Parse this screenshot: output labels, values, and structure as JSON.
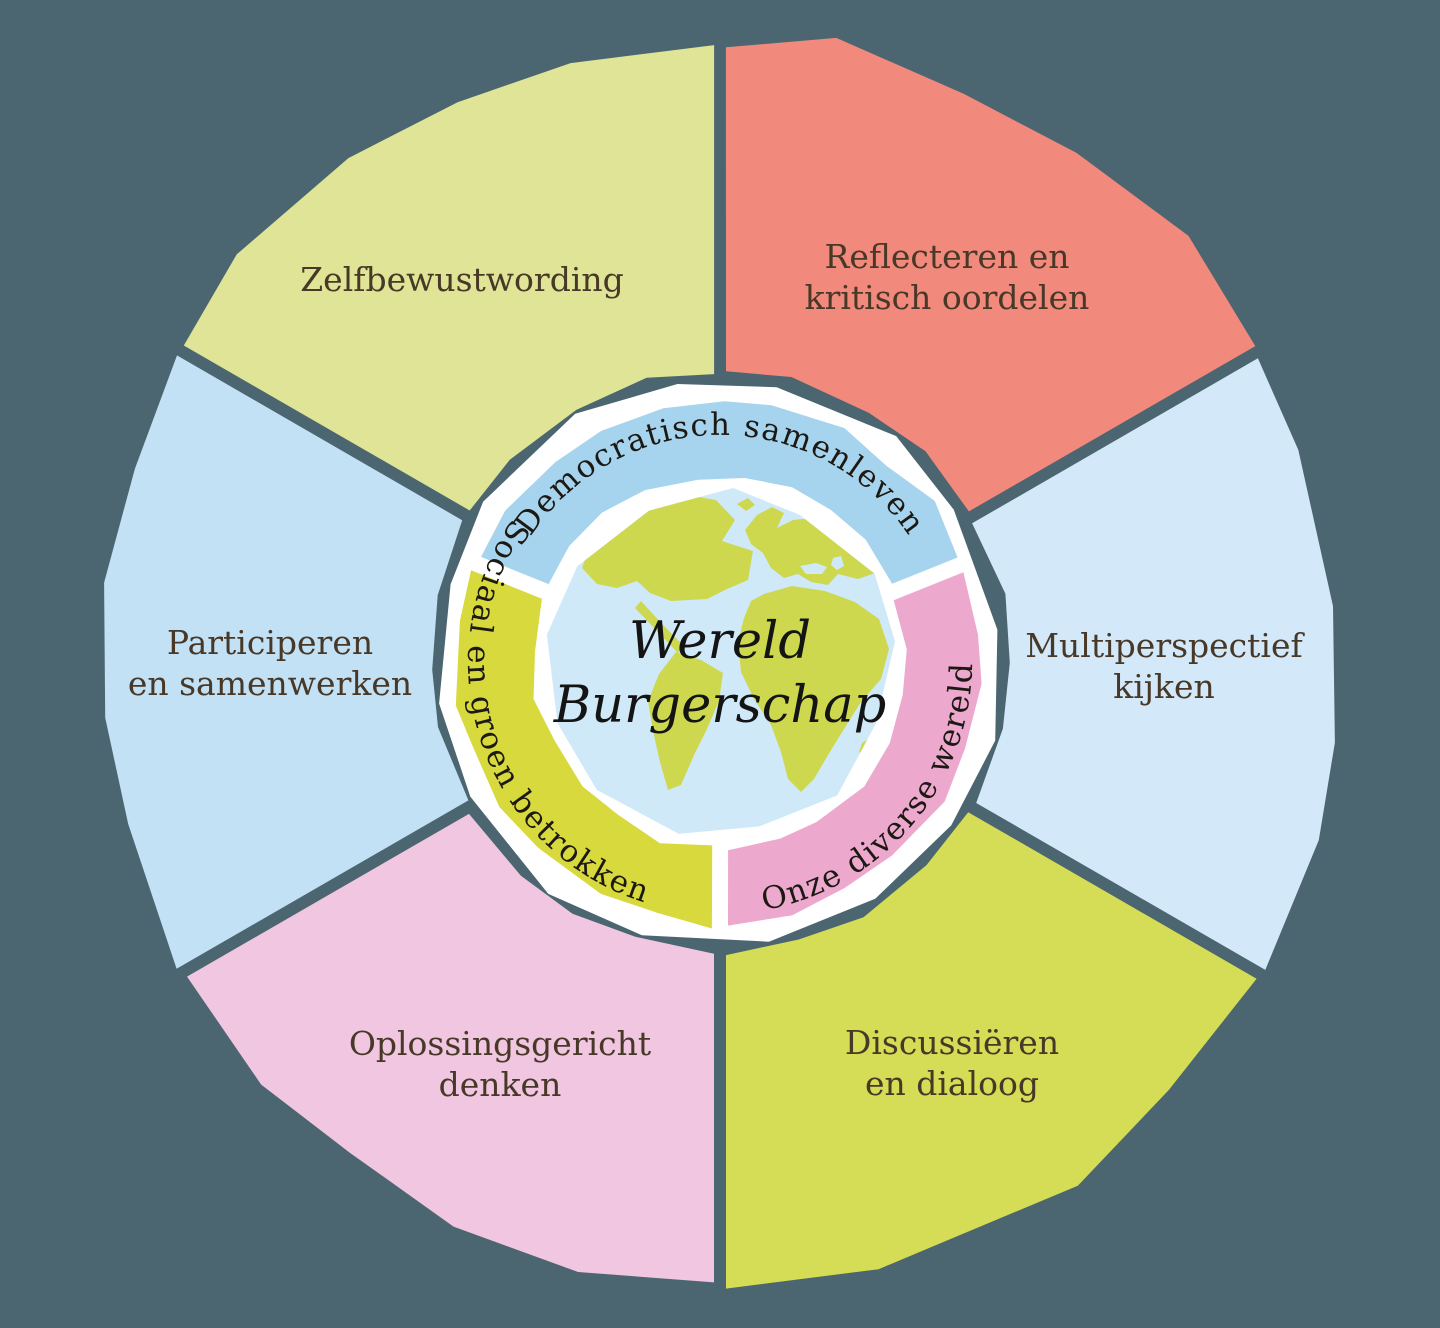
{
  "background_color": "#4b6670",
  "center": {
    "title_lines": [
      "Wereld",
      "Burgerschap"
    ],
    "text_color": "#141414"
  },
  "globe": {
    "water_color": "#cfe9f9",
    "land_color": "#cdd84f"
  },
  "inner_ring": {
    "text_color": "#1c1913",
    "segments": [
      {
        "id": "democratisch",
        "label": "Democratisch samenleven",
        "color": "#a6d3ee"
      },
      {
        "id": "sociaal",
        "label": "Sociaal en groen betrokken",
        "color": "#d8d93c"
      },
      {
        "id": "onze",
        "label": "Onze diverse wereld",
        "color": "#eda8ce"
      }
    ]
  },
  "outer_ring": {
    "text_color": "#473827",
    "gap_color": "#4b6670",
    "divider_color": "#ffffff",
    "segments": [
      {
        "id": "reflecteren",
        "label": "Reflecteren en kritisch oordelen",
        "lines": [
          "Reflecteren en",
          "kritisch oordelen"
        ],
        "color": "#f2897d"
      },
      {
        "id": "zelfbewustwording",
        "label": "Zelfbewustwording",
        "lines": [
          "Zelfbewustwording"
        ],
        "color": "#dfe496"
      },
      {
        "id": "participeren",
        "label": "Participeren en samenwerken",
        "lines": [
          "Participeren",
          "en samenwerken"
        ],
        "color": "#c2e1f5"
      },
      {
        "id": "oplossingsgericht",
        "label": "Oplossingsgericht denken",
        "lines": [
          "Oplossingsgericht",
          "denken"
        ],
        "color": "#f0c6e0"
      },
      {
        "id": "discussieren",
        "label": "Discussiëren en dialoog",
        "lines": [
          "Discussiëren",
          "en dialoog"
        ],
        "color": "#d5dc55"
      },
      {
        "id": "multiperspectief",
        "label": "Multiperspectief kijken",
        "lines": [
          "Multiperspectief",
          "kijken"
        ],
        "color": "#d3e8f8"
      }
    ]
  }
}
